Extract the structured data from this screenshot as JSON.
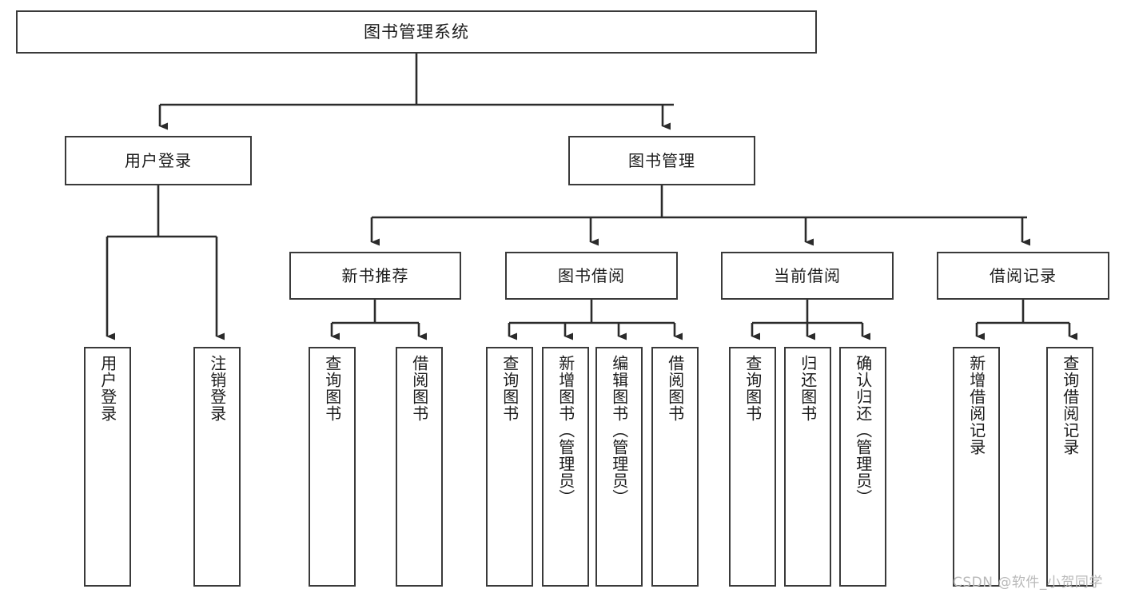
{
  "diagram": {
    "type": "tree-hierarchy-functional-decomposition",
    "title": "图书管理系统",
    "root": {
      "id": "root",
      "label": "图书管理系统",
      "orientation": "horizontal"
    },
    "level2": [
      {
        "id": "user-login",
        "label": "用户登录",
        "orientation": "horizontal"
      },
      {
        "id": "book-management",
        "label": "图书管理",
        "orientation": "horizontal"
      }
    ],
    "level3": [
      {
        "id": "new-book-recommend",
        "label": "新书推荐",
        "parent": "book-management",
        "orientation": "horizontal"
      },
      {
        "id": "book-borrow",
        "label": "图书借阅",
        "parent": "book-management",
        "orientation": "horizontal"
      },
      {
        "id": "current-borrow",
        "label": "当前借阅",
        "parent": "book-management",
        "orientation": "horizontal"
      },
      {
        "id": "borrow-record",
        "label": "借阅记录",
        "parent": "book-management",
        "orientation": "horizontal"
      }
    ],
    "leaves": [
      {
        "id": "leaf-user-login",
        "label": "用户登录",
        "parent": "user-login",
        "orientation": "vertical"
      },
      {
        "id": "leaf-logout-login",
        "label": "注销登录",
        "parent": "user-login",
        "orientation": "vertical"
      },
      {
        "id": "leaf-query-book-1",
        "label": "查询图书",
        "parent": "new-book-recommend",
        "orientation": "vertical"
      },
      {
        "id": "leaf-borrow-book-1",
        "label": "借阅图书",
        "parent": "new-book-recommend",
        "orientation": "vertical"
      },
      {
        "id": "leaf-query-book-2",
        "label": "查询图书",
        "parent": "book-borrow",
        "orientation": "vertical"
      },
      {
        "id": "leaf-add-book",
        "label": "新增图书（管理员）",
        "parent": "book-borrow",
        "orientation": "vertical"
      },
      {
        "id": "leaf-edit-book",
        "label": "编辑图书（管理员）",
        "parent": "book-borrow",
        "orientation": "vertical"
      },
      {
        "id": "leaf-borrow-book-2",
        "label": "借阅图书",
        "parent": "book-borrow",
        "orientation": "vertical"
      },
      {
        "id": "leaf-query-book-3",
        "label": "查询图书",
        "parent": "current-borrow",
        "orientation": "vertical"
      },
      {
        "id": "leaf-return-book",
        "label": "归还图书",
        "parent": "current-borrow",
        "orientation": "vertical"
      },
      {
        "id": "leaf-confirm-return",
        "label": "确认归还（管理员）",
        "parent": "current-borrow",
        "orientation": "vertical"
      },
      {
        "id": "leaf-add-record",
        "label": "新增借阅记录",
        "parent": "borrow-record",
        "orientation": "vertical"
      },
      {
        "id": "leaf-query-record",
        "label": "查询借阅记录",
        "parent": "borrow-record",
        "orientation": "vertical"
      }
    ],
    "colors": {
      "box_border": "#3a3a3a",
      "box_fill": "#ffffff",
      "edge": "#2b2b2b",
      "text": "#1b1b1b",
      "watermark": "#b9b9b9",
      "background": "#ffffff"
    }
  },
  "watermark": {
    "text": "CSDN @软件_小贺同学"
  }
}
